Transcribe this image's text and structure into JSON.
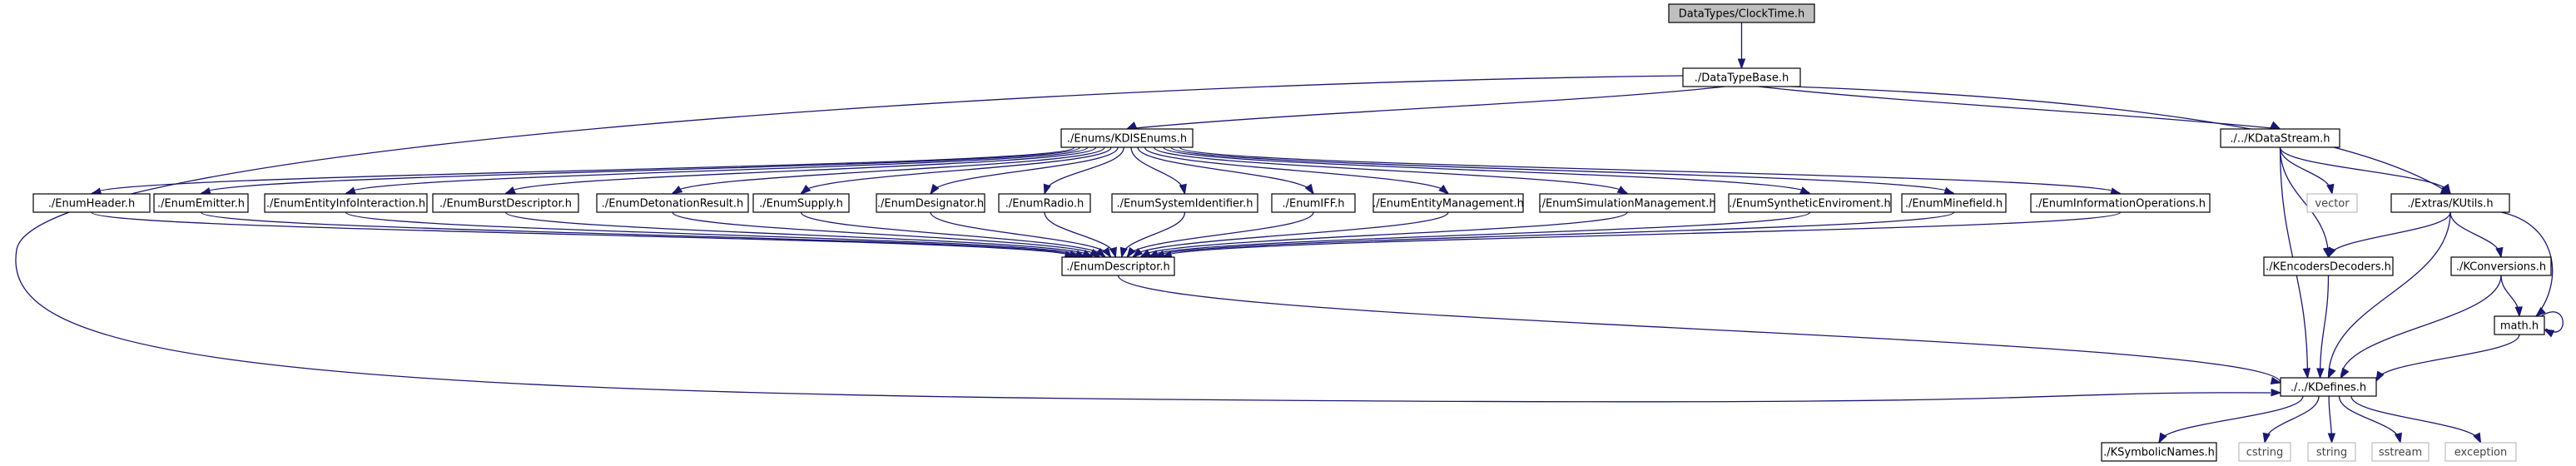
{
  "colors": {
    "edge": "#191970",
    "node_border": "#000000",
    "node_fill": "#ffffff",
    "root_fill": "#bfbfbf",
    "external_border": "#bfbfbf",
    "external_text": "#444444"
  },
  "nodes": [
    {
      "id": "clocktime",
      "label": "DataTypes/ClockTime.h",
      "kind": "root"
    },
    {
      "id": "datatypebase",
      "label": "./DataTypeBase.h",
      "kind": "normal"
    },
    {
      "id": "kdisenums",
      "label": "./Enums/KDISEnums.h",
      "kind": "normal"
    },
    {
      "id": "kdatastream",
      "label": "./../KDataStream.h",
      "kind": "normal"
    },
    {
      "id": "kutils",
      "label": "./Extras/KUtils.h",
      "kind": "normal"
    },
    {
      "id": "vector",
      "label": "vector",
      "kind": "external"
    },
    {
      "id": "enumheader",
      "label": "./EnumHeader.h",
      "kind": "normal"
    },
    {
      "id": "enumemitter",
      "label": "./EnumEmitter.h",
      "kind": "normal"
    },
    {
      "id": "enumentity",
      "label": "./EnumEntityInfoInteraction.h",
      "kind": "normal"
    },
    {
      "id": "enumburst",
      "label": "./EnumBurstDescriptor.h",
      "kind": "normal"
    },
    {
      "id": "enumdetonation",
      "label": "./EnumDetonationResult.h",
      "kind": "normal"
    },
    {
      "id": "enumsupply",
      "label": "./EnumSupply.h",
      "kind": "normal"
    },
    {
      "id": "enumdesignator",
      "label": "./EnumDesignator.h",
      "kind": "normal"
    },
    {
      "id": "enumradio",
      "label": "./EnumRadio.h",
      "kind": "normal"
    },
    {
      "id": "enumsysid",
      "label": "./EnumSystemIdentifier.h",
      "kind": "normal"
    },
    {
      "id": "enumiff",
      "label": "./EnumIFF.h",
      "kind": "normal"
    },
    {
      "id": "enumentitymgmt",
      "label": "./EnumEntityManagement.h",
      "kind": "normal"
    },
    {
      "id": "enumsimmgmt",
      "label": "./EnumSimulationManagement.h",
      "kind": "normal"
    },
    {
      "id": "enumsynth",
      "label": "./EnumSyntheticEnviroment.h",
      "kind": "normal"
    },
    {
      "id": "enummine",
      "label": "./EnumMinefield.h",
      "kind": "normal"
    },
    {
      "id": "enuminfoops",
      "label": "./EnumInformationOperations.h",
      "kind": "normal"
    },
    {
      "id": "kencoders",
      "label": "./KEncodersDecoders.h",
      "kind": "normal"
    },
    {
      "id": "kconversions",
      "label": "./KConversions.h",
      "kind": "normal"
    },
    {
      "id": "enumdescriptor",
      "label": "./EnumDescriptor.h",
      "kind": "normal"
    },
    {
      "id": "math",
      "label": "math.h",
      "kind": "normal"
    },
    {
      "id": "kdefines",
      "label": "./../KDefines.h",
      "kind": "normal"
    },
    {
      "id": "ksymbolic",
      "label": "./KSymbolicNames.h",
      "kind": "normal"
    },
    {
      "id": "cstring",
      "label": "cstring",
      "kind": "external"
    },
    {
      "id": "string",
      "label": "string",
      "kind": "external"
    },
    {
      "id": "sstream",
      "label": "sstream",
      "kind": "external"
    },
    {
      "id": "exception",
      "label": "exception",
      "kind": "external"
    }
  ],
  "edges": [
    [
      "clocktime",
      "datatypebase"
    ],
    [
      "datatypebase",
      "kdisenums"
    ],
    [
      "datatypebase",
      "kdatastream"
    ],
    [
      "datatypebase",
      "kutils"
    ],
    [
      "datatypebase",
      "kdefines"
    ],
    [
      "kdisenums",
      "enumheader"
    ],
    [
      "kdisenums",
      "enumemitter"
    ],
    [
      "kdisenums",
      "enumentity"
    ],
    [
      "kdisenums",
      "enumburst"
    ],
    [
      "kdisenums",
      "enumdetonation"
    ],
    [
      "kdisenums",
      "enumsupply"
    ],
    [
      "kdisenums",
      "enumdesignator"
    ],
    [
      "kdisenums",
      "enumradio"
    ],
    [
      "kdisenums",
      "enumsysid"
    ],
    [
      "kdisenums",
      "enumiff"
    ],
    [
      "kdisenums",
      "enumentitymgmt"
    ],
    [
      "kdisenums",
      "enumsimmgmt"
    ],
    [
      "kdisenums",
      "enumsynth"
    ],
    [
      "kdisenums",
      "enummine"
    ],
    [
      "kdisenums",
      "enuminfoops"
    ],
    [
      "enumheader",
      "enumdescriptor"
    ],
    [
      "enumemitter",
      "enumdescriptor"
    ],
    [
      "enumentity",
      "enumdescriptor"
    ],
    [
      "enumburst",
      "enumdescriptor"
    ],
    [
      "enumdetonation",
      "enumdescriptor"
    ],
    [
      "enumsupply",
      "enumdescriptor"
    ],
    [
      "enumdesignator",
      "enumdescriptor"
    ],
    [
      "enumradio",
      "enumdescriptor"
    ],
    [
      "enumsysid",
      "enumdescriptor"
    ],
    [
      "enumiff",
      "enumdescriptor"
    ],
    [
      "enumentitymgmt",
      "enumdescriptor"
    ],
    [
      "enumsimmgmt",
      "enumdescriptor"
    ],
    [
      "enumsynth",
      "enumdescriptor"
    ],
    [
      "enummine",
      "enumdescriptor"
    ],
    [
      "enuminfoops",
      "enumdescriptor"
    ],
    [
      "enumdescriptor",
      "kdefines"
    ],
    [
      "kdatastream",
      "vector"
    ],
    [
      "kdatastream",
      "kutils"
    ],
    [
      "kdatastream",
      "kencoders"
    ],
    [
      "kdatastream",
      "kdefines"
    ],
    [
      "kutils",
      "kencoders"
    ],
    [
      "kutils",
      "kconversions"
    ],
    [
      "kutils",
      "math"
    ],
    [
      "kutils",
      "kdefines"
    ],
    [
      "kencoders",
      "kdefines"
    ],
    [
      "kconversions",
      "math"
    ],
    [
      "kconversions",
      "kdefines"
    ],
    [
      "math",
      "math"
    ],
    [
      "math",
      "kdefines"
    ],
    [
      "kdefines",
      "ksymbolic"
    ],
    [
      "kdefines",
      "cstring"
    ],
    [
      "kdefines",
      "string"
    ],
    [
      "kdefines",
      "sstream"
    ],
    [
      "kdefines",
      "exception"
    ]
  ]
}
